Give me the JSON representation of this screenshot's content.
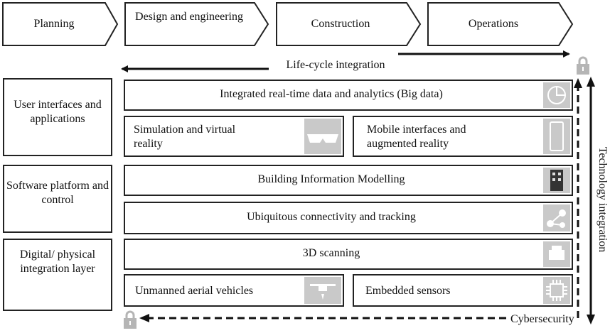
{
  "stages": [
    "Planning",
    "Design and engineering",
    "Construction",
    "Operations"
  ],
  "lifecycle_label": "Life-cycle integration",
  "technology_label": "Technology integration",
  "cybersecurity_label": "Cybersecurity",
  "layers": [
    {
      "label": "User interfaces and applications"
    },
    {
      "label": "Software platform and control"
    },
    {
      "label": "Digital/ physical integration layer"
    }
  ],
  "technologies": {
    "big_data": "Integrated real-time data and analytics (Big data)",
    "simulation": "Simulation and virtual reality",
    "mobile": "Mobile interfaces and augmented reality",
    "bim": "Building Information Modelling",
    "connectivity": "Ubiquitous connectivity and tracking",
    "scanning": "3D scanning",
    "uav": "Unmanned aerial vehicles",
    "sensors": "Embedded sensors"
  },
  "icons": {
    "big_data": "data-analytics-icon",
    "simulation": "vr-glasses-icon",
    "mobile": "smartphone-icon",
    "bim": "building-icon",
    "connectivity": "network-icon",
    "scanning": "scanner-icon",
    "uav": "drone-icon",
    "sensors": "chip-icon",
    "lock_top": "lock-icon",
    "lock_bottom": "lock-icon"
  }
}
